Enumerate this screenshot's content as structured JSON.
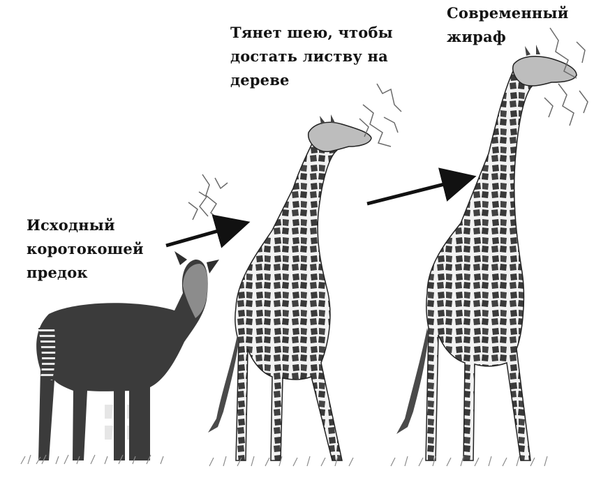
{
  "stages": {
    "ancestor": {
      "lines": [
        "Исходный",
        "коротокошей",
        "предок"
      ]
    },
    "stretching": {
      "lines": [
        "Тянет шею, чтобы",
        "достать листву на",
        "дереве"
      ]
    },
    "modern": {
      "lines": [
        "Современный",
        "жираф"
      ]
    }
  },
  "arrows": {
    "count": 2,
    "color": "#111111"
  },
  "colors": {
    "background": "#ffffff",
    "ink": "#141414",
    "giraffe_patch": "#3a3a3a",
    "giraffe_net": "#f2f2f2",
    "okapi_body": "#3b3b3b",
    "foliage": "#6a6a6a",
    "grass": "#8a8a8a"
  }
}
